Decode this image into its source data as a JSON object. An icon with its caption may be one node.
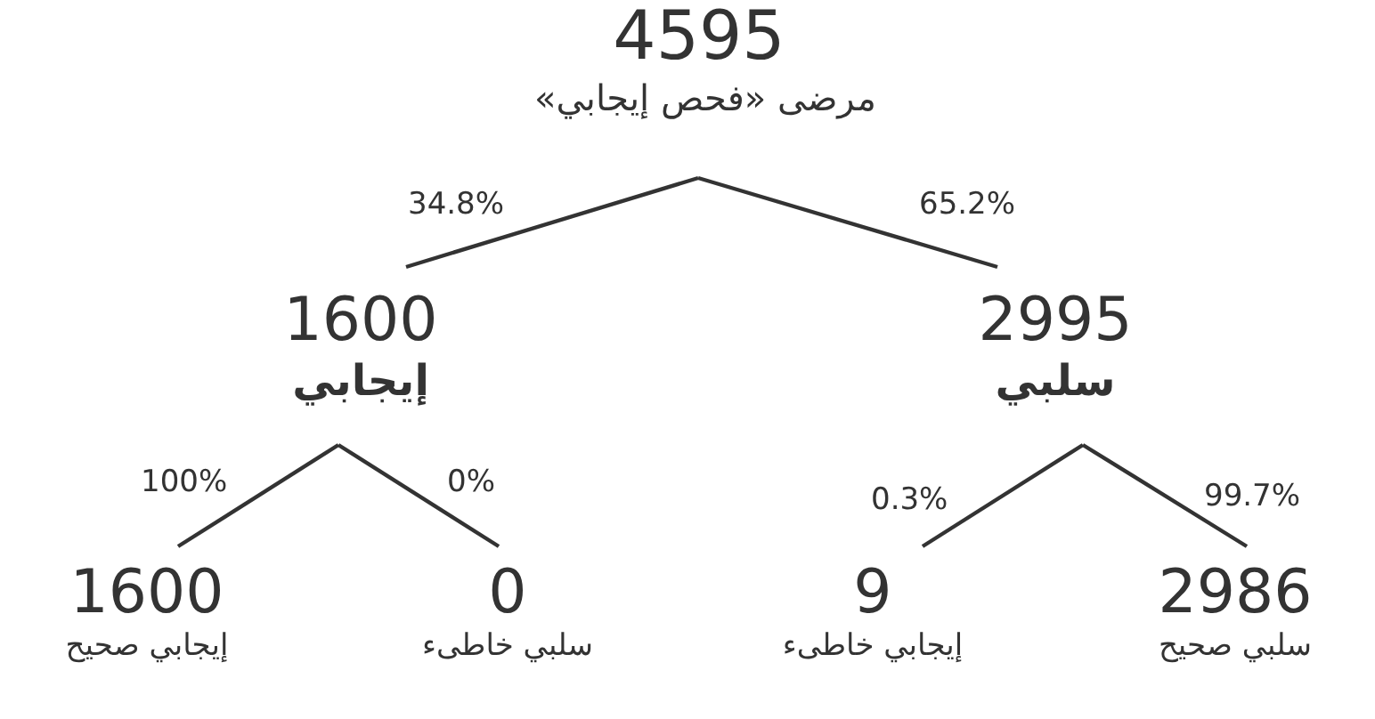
{
  "diagram": {
    "nodes": [
      {
        "text": [
          "4595",
          "مرضى «فحص إيجابي»"
        ]
      },
      {
        "text": [
          "1600",
          "إيجابي"
        ]
      },
      {
        "text": [
          "2995",
          "سلبي"
        ]
      },
      {
        "text": [
          "1600",
          "إيجابي صحيح"
        ]
      },
      {
        "text": [
          "0",
          "سلبي خاطىء"
        ]
      },
      {
        "text": [
          "9",
          "إيجابي خاطىء"
        ]
      },
      {
        "text": [
          "2986",
          "سلبي صحيح"
        ]
      }
    ],
    "edges": [
      {
        "from": 0,
        "to": 1,
        "arrow": "none",
        "label": "34.8%"
      },
      {
        "from": 0,
        "to": 2,
        "arrow": "none",
        "label": "65.2%"
      },
      {
        "from": 1,
        "to": 3,
        "arrow": "none",
        "label": "100%"
      },
      {
        "from": 1,
        "to": 4,
        "arrow": "none",
        "label": "0%"
      },
      {
        "from": 2,
        "to": 5,
        "arrow": "none",
        "label": "0.3%"
      },
      {
        "from": 2,
        "to": 6,
        "arrow": "none",
        "label": "99.7%"
      }
    ]
  }
}
